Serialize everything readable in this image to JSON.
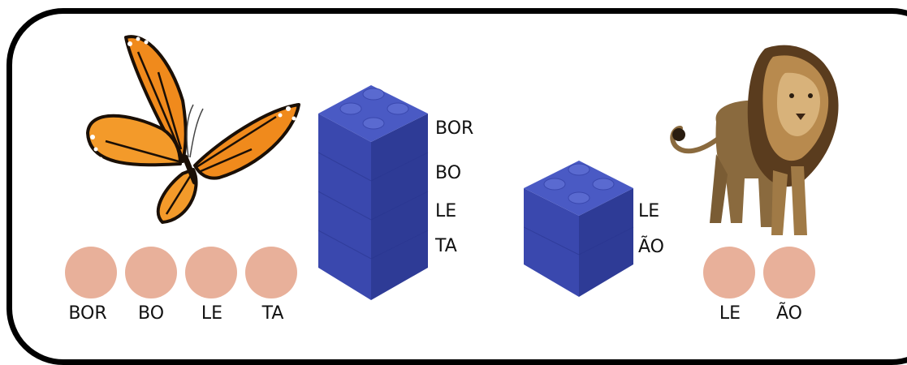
{
  "word1": {
    "syllables": [
      "BOR",
      "BO",
      "LE",
      "TA"
    ],
    "image": "butterfly",
    "circle_count": 4
  },
  "word2": {
    "syllables": [
      "LE",
      "ÃO"
    ],
    "image": "lion",
    "circle_count": 2
  },
  "colors": {
    "block": "#3c4bb0",
    "circle": "#e8b09a",
    "frame": "#000000"
  }
}
